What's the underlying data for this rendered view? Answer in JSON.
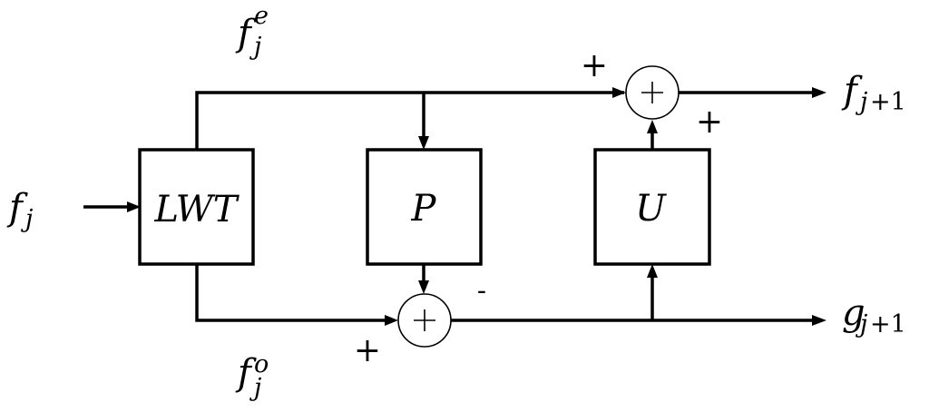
{
  "blocks": {
    "lwt": "LWT",
    "predict": "P",
    "update": "U"
  },
  "signals": {
    "input": {
      "base": "f",
      "sub": "j"
    },
    "even": {
      "base": "f",
      "sup": "e",
      "sub": "j"
    },
    "odd": {
      "base": "f",
      "sup": "o",
      "sub": "j"
    },
    "approx_out": {
      "base": "f",
      "sub_italic": "j",
      "sub_rest": "+1"
    },
    "detail_out": {
      "base": "g",
      "sub_italic": "j",
      "sub_rest": "+1"
    }
  },
  "signs": {
    "top_sum_left": "+",
    "top_sum_bottom": "+",
    "bottom_sum_left": "+",
    "bottom_sum_top": "-"
  },
  "sum_symbol": "+"
}
